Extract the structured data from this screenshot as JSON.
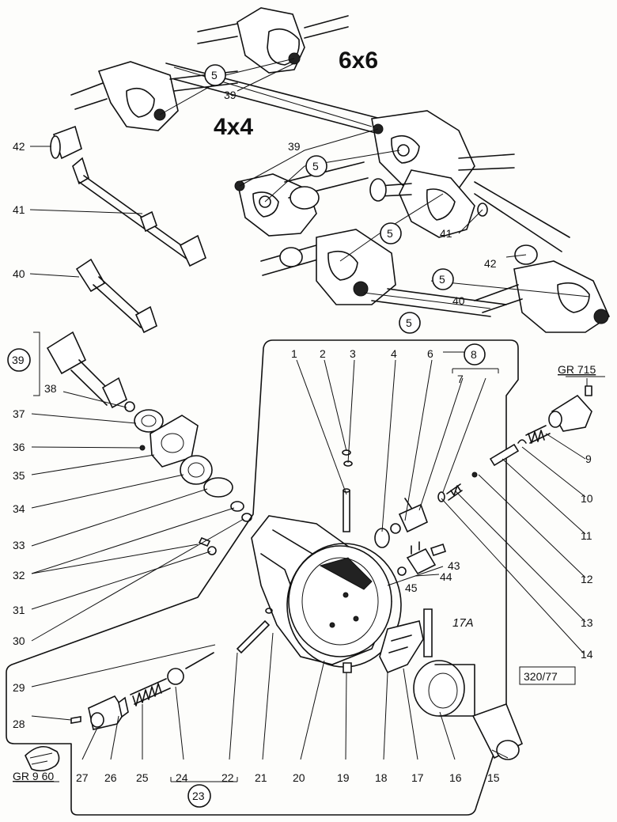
{
  "headings": {
    "six_by_six": "6x6",
    "four_by_four": "4x4"
  },
  "refs": {
    "gr715": "GR 715",
    "gr960": "GR 9 60",
    "drawing_no": "320/77",
    "part_17a": "17A"
  },
  "callouts": {
    "c1": "1",
    "c2": "2",
    "c3": "3",
    "c4": "4",
    "c5": "5",
    "c6": "6",
    "c7": "7",
    "c8": "8",
    "c9": "9",
    "c10": "10",
    "c11": "11",
    "c12": "12",
    "c13": "13",
    "c14": "14",
    "c15": "15",
    "c16": "16",
    "c17": "17",
    "c18": "18",
    "c19": "19",
    "c20": "20",
    "c21": "21",
    "c22": "22",
    "c23": "23",
    "c24": "24",
    "c25": "25",
    "c26": "26",
    "c27": "27",
    "c28": "28",
    "c29": "29",
    "c30": "30",
    "c31": "31",
    "c32": "32",
    "c33": "33",
    "c34": "34",
    "c35": "35",
    "c36": "36",
    "c37": "37",
    "c38": "38",
    "c39": "39",
    "c40": "40",
    "c41": "41",
    "c42": "42",
    "c43": "43",
    "c44": "44",
    "c45": "45"
  }
}
